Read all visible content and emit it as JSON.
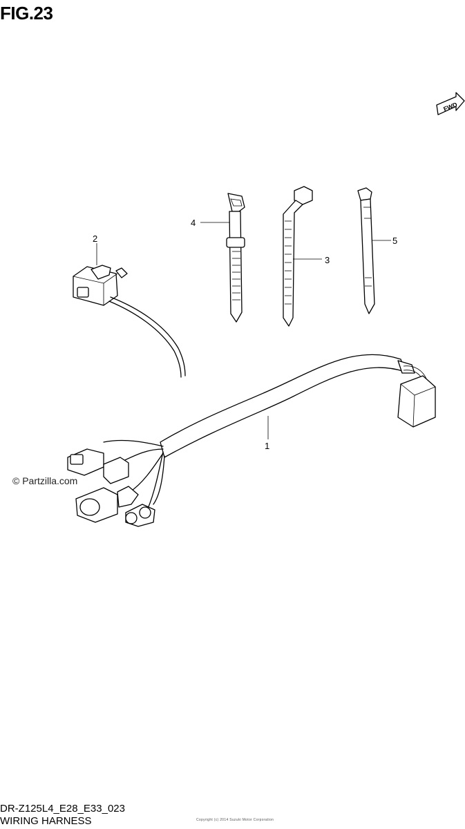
{
  "figure": {
    "label": "FIG.23"
  },
  "fwd_badge": {
    "text": "FWD"
  },
  "watermark": {
    "text": "© Partzilla.com"
  },
  "callouts": {
    "p1": "1",
    "p2": "2",
    "p3": "3",
    "p4": "4",
    "p5": "5"
  },
  "footer": {
    "code": "DR-Z125L4_E28_E33_023",
    "name": "WIRING HARNESS",
    "fine_print": "Copyright (c) 2014 Suzuki Motor Corporation"
  }
}
